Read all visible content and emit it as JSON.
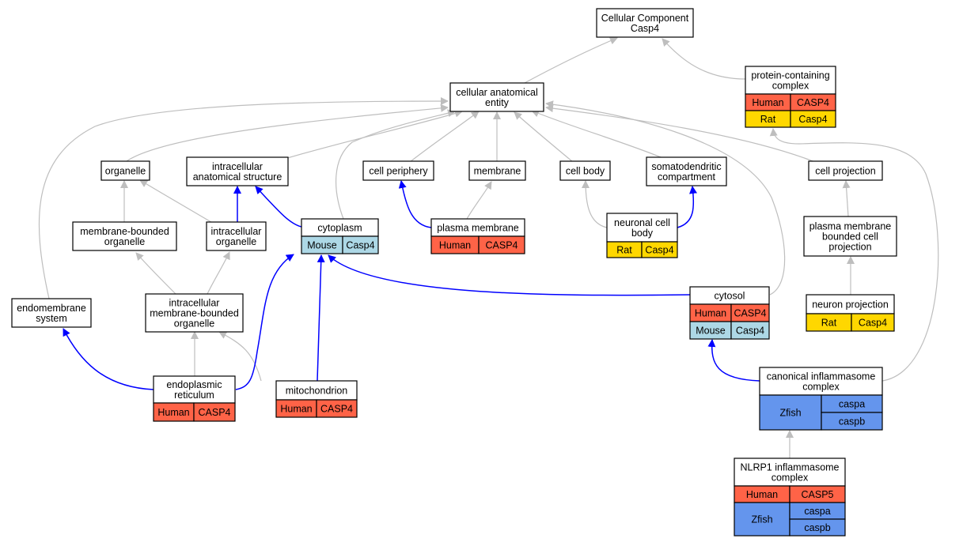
{
  "colors": {
    "Human": "#ff6347",
    "Mouse": "#add8e6",
    "Rat": "#ffd700",
    "Zfish": "#6495ed",
    "edge_is_a": "#bebebe",
    "edge_part_of": "#0000ff"
  },
  "nodes": {
    "root": {
      "lines": [
        "Cellular Component",
        "Casp4"
      ]
    },
    "cae": {
      "lines": [
        "cellular anatomical",
        "entity"
      ]
    },
    "pcc": {
      "lines": [
        "protein-containing",
        "complex"
      ],
      "annotations": [
        [
          "Human",
          "CASP4"
        ],
        [
          "Rat",
          "Casp4"
        ]
      ]
    },
    "organelle": {
      "lines": [
        "organelle"
      ]
    },
    "ias": {
      "lines": [
        "intracellular",
        "anatomical structure"
      ]
    },
    "cellperiphery": {
      "lines": [
        "cell periphery"
      ]
    },
    "membrane": {
      "lines": [
        "membrane"
      ]
    },
    "cellbody": {
      "lines": [
        "cell body"
      ]
    },
    "somato": {
      "lines": [
        "somatodendritic",
        "compartment"
      ]
    },
    "cellproj": {
      "lines": [
        "cell projection"
      ]
    },
    "mbo": {
      "lines": [
        "membrane-bounded",
        "organelle"
      ]
    },
    "io": {
      "lines": [
        "intracellular",
        "organelle"
      ]
    },
    "cytoplasm": {
      "lines": [
        "cytoplasm"
      ],
      "annotations": [
        [
          "Mouse",
          "Casp4"
        ]
      ]
    },
    "pm": {
      "lines": [
        "plasma membrane"
      ],
      "annotations": [
        [
          "Human",
          "CASP4"
        ]
      ]
    },
    "ncb": {
      "lines": [
        "neuronal cell",
        "body"
      ],
      "annotations": [
        [
          "Rat",
          "Casp4"
        ]
      ]
    },
    "pmbcp": {
      "lines": [
        "plasma membrane",
        "bounded cell",
        "projection"
      ]
    },
    "ems": {
      "lines": [
        "endomembrane",
        "system"
      ]
    },
    "imbo": {
      "lines": [
        "intracellular",
        "membrane-bounded",
        "organelle"
      ]
    },
    "cytosol": {
      "lines": [
        "cytosol"
      ],
      "annotations": [
        [
          "Human",
          "CASP4"
        ],
        [
          "Mouse",
          "Casp4"
        ]
      ]
    },
    "np": {
      "lines": [
        "neuron projection"
      ],
      "annotations": [
        [
          "Rat",
          "Casp4"
        ]
      ]
    },
    "er": {
      "lines": [
        "endoplasmic",
        "reticulum"
      ],
      "annotations": [
        [
          "Human",
          "CASP4"
        ]
      ]
    },
    "mito": {
      "lines": [
        "mitochondrion"
      ],
      "annotations": [
        [
          "Human",
          "CASP4"
        ]
      ]
    },
    "cic": {
      "lines": [
        "canonical inflammasome",
        "complex"
      ],
      "annotations": [
        [
          "Zfish",
          "caspa",
          "caspb"
        ]
      ]
    },
    "nlrp1": {
      "lines": [
        "NLRP1 inflammasome",
        "complex"
      ],
      "annotations": [
        [
          "Human",
          "CASP5"
        ],
        [
          "Zfish",
          "caspa",
          "caspb"
        ]
      ]
    }
  }
}
